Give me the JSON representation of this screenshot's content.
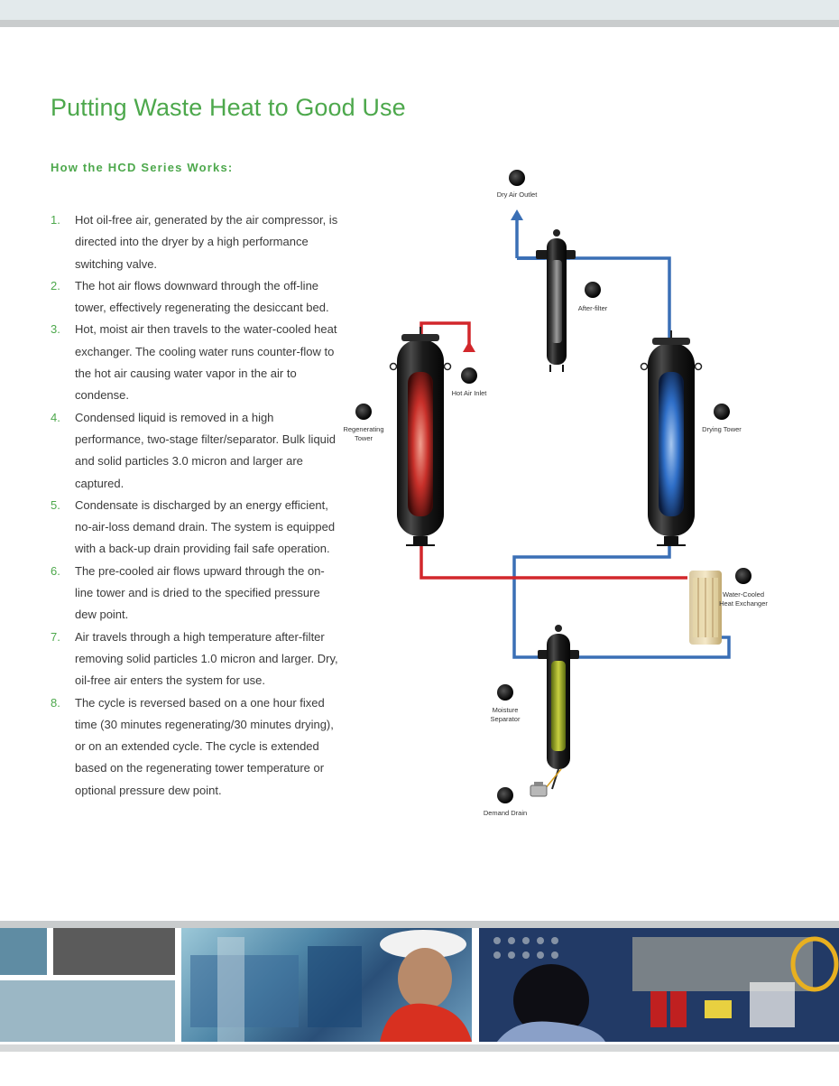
{
  "page": {
    "title": "Putting Waste Heat to Good Use",
    "subtitle": "How the HCD Series Works:"
  },
  "steps": [
    {
      "num": "1.",
      "text": "Hot oil-free air, generated by the air compressor, is directed into the dryer by a high performance switching valve."
    },
    {
      "num": "2.",
      "text": "The hot air flows downward through the off-line tower, effectively regenerating the desiccant bed."
    },
    {
      "num": "3.",
      "text": "Hot, moist air then travels to the water-cooled heat exchanger. The cooling water runs counter-flow to the hot air causing water vapor in the air to condense."
    },
    {
      "num": "4.",
      "text": "Condensed liquid is removed in a high performance, two-stage filter/separator. Bulk liquid and solid particles 3.0 micron and larger are captured."
    },
    {
      "num": "5.",
      "text": "Condensate is discharged by an energy efficient, no-air-loss demand drain. The system is equipped with a back-up drain providing fail safe operation."
    },
    {
      "num": "6.",
      "text": "The pre-cooled air flows upward through the on-line tower and is dried to the specified pressure dew point."
    },
    {
      "num": "7.",
      "text": "Air travels through a high temperature after-filter removing  solid particles 1.0 micron and larger. Dry, oil-free air enters the system for use."
    },
    {
      "num": "8.",
      "text": "The cycle is reversed based on a one hour fixed time (30 minutes regenerating/30 minutes drying), or on an extended cycle. The cycle is extended based on the regenerating tower temperature or optional pressure dew point."
    }
  ],
  "diagram": {
    "labels": {
      "dry_air_outlet": "Dry Air Outlet",
      "after_filter": "After-filter",
      "hot_air_inlet": "Hot Air Inlet",
      "regenerating_tower_1": "Regenerating",
      "regenerating_tower_2": "Tower",
      "drying_tower": "Drying Tower",
      "heat_exchanger_1": "Water-Cooled",
      "heat_exchanger_2": "Heat Exchanger",
      "moisture_separator_1": "Moisture",
      "moisture_separator_2": "Separator",
      "demand_drain": "Demand Drain"
    },
    "colors": {
      "hot_line": "#d2272b",
      "cool_line": "#3a6fb5",
      "title_green": "#4da84c"
    }
  },
  "footer": {
    "tile_colors": [
      "#5f8ca3",
      "#5b5b5b",
      "#9bb7c5"
    ]
  }
}
